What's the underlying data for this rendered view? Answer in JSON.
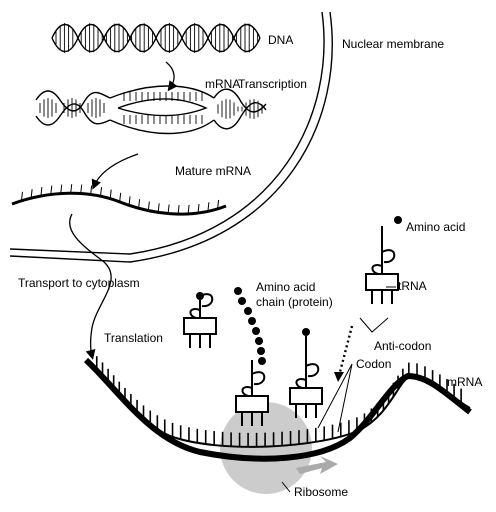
{
  "labels": {
    "dna": "DNA",
    "mrna": "mRNA",
    "transcription": "Transcription",
    "mature_mrna": "Mature mRNA",
    "nuclear_membrane": "Nuclear membrane",
    "transport": "Transport to cytoplasm",
    "translation": "Translation",
    "amino_acid_chain_line1": "Amino acid",
    "amino_acid_chain_line2": "chain (protein)",
    "amino_acid": "Amino acid",
    "trna": "tRNA",
    "anti_codon": "Anti-codon",
    "codon": "Codon",
    "mrna_strand": "mRNA",
    "ribosome": "Ribosome"
  },
  "colors": {
    "ink": "#000000",
    "ribosome": "#cccccc",
    "ribosome_arrow": "#aaaaaa",
    "background": "#ffffff"
  }
}
